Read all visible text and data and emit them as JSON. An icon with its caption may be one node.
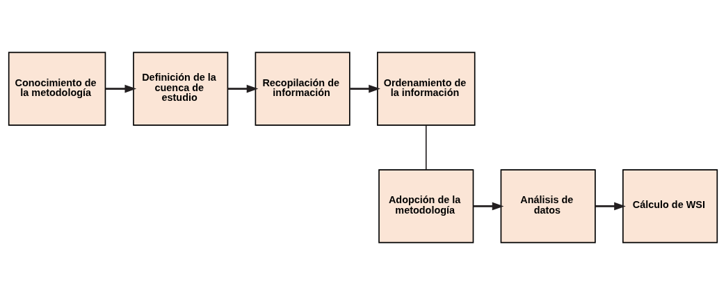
{
  "diagram": {
    "nodes": [
      {
        "text": [
          "Conocimiento de la metodología"
        ]
      },
      {
        "text": [
          "Definición de la cuenca de estudio"
        ]
      },
      {
        "text": [
          "Recopilación de información"
        ]
      },
      {
        "text": [
          "Ordenamiento de la información"
        ]
      },
      {
        "text": [
          "Adopción de la metodología"
        ]
      },
      {
        "text": [
          "Análisis de datos"
        ]
      },
      {
        "text": [
          "Cálculo de WSI"
        ]
      }
    ],
    "edges": [
      {
        "from": 0,
        "to": 1,
        "arrow": "to"
      },
      {
        "from": 1,
        "to": 2,
        "arrow": "to"
      },
      {
        "from": 2,
        "to": 3,
        "arrow": "to"
      },
      {
        "from": 3,
        "to": 4,
        "arrow": "none"
      },
      {
        "from": 4,
        "to": 5,
        "arrow": "to"
      },
      {
        "from": 5,
        "to": 6,
        "arrow": "to"
      }
    ]
  }
}
